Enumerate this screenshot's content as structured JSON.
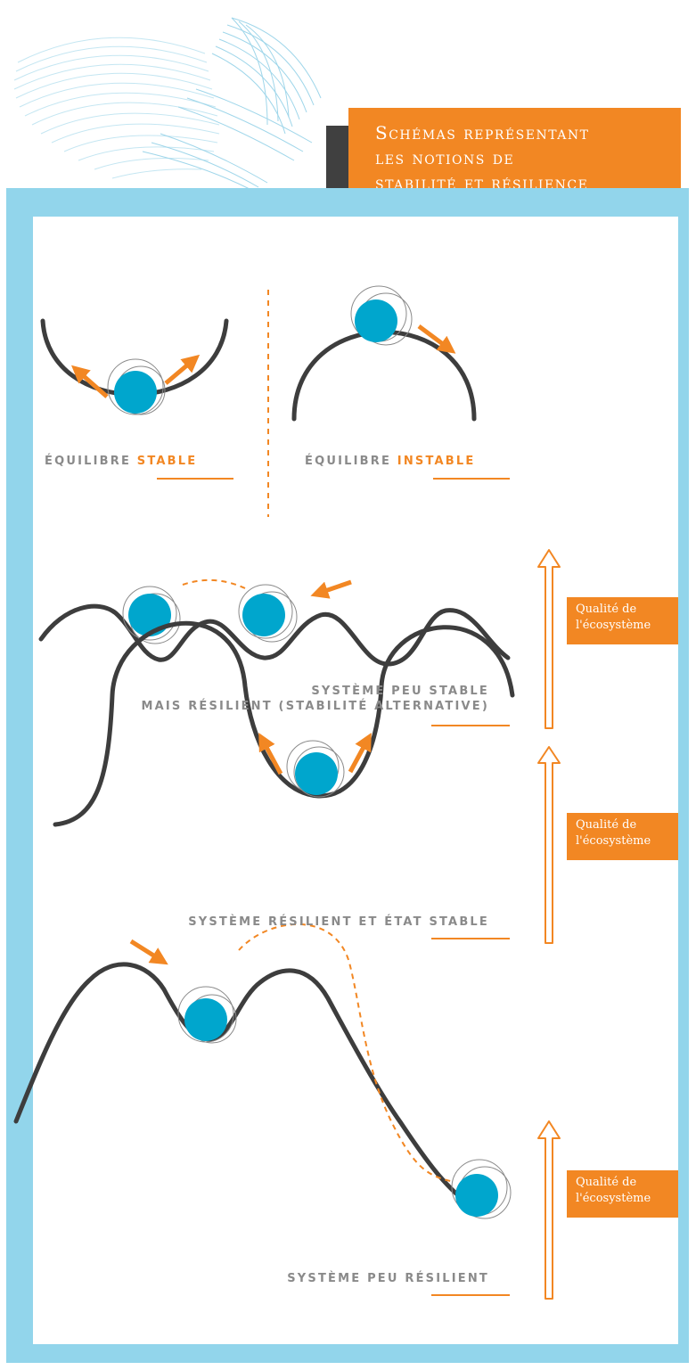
{
  "title": {
    "lines": [
      "Schémas représentant",
      "les notions de",
      "stabilité et résilience"
    ]
  },
  "diagrams": {
    "stable": {
      "prefix": "Équilibre",
      "highlight": "stable"
    },
    "unstable": {
      "prefix": "Équilibre",
      "highlight": "instable"
    },
    "alternative": {
      "line1": "Système peu stable",
      "line2": "mais résilient (stabilité alternative)"
    },
    "resilient": {
      "label": "Système résilient et état stable"
    },
    "low_resilience": {
      "label": "Système peu résilient"
    }
  },
  "quality_labels": [
    {
      "line1": "Qualité de",
      "line2": "l'écosystème"
    },
    {
      "line1": "Qualité de",
      "line2": "l'écosystème"
    },
    {
      "line1": "Qualité de",
      "line2": "l'écosystème"
    }
  ],
  "colors": {
    "accent": "#f28723",
    "ball": "#00a6cd",
    "frame": "#92d5eb",
    "curve": "#3d3d3d",
    "caption": "#8a8a8a"
  }
}
